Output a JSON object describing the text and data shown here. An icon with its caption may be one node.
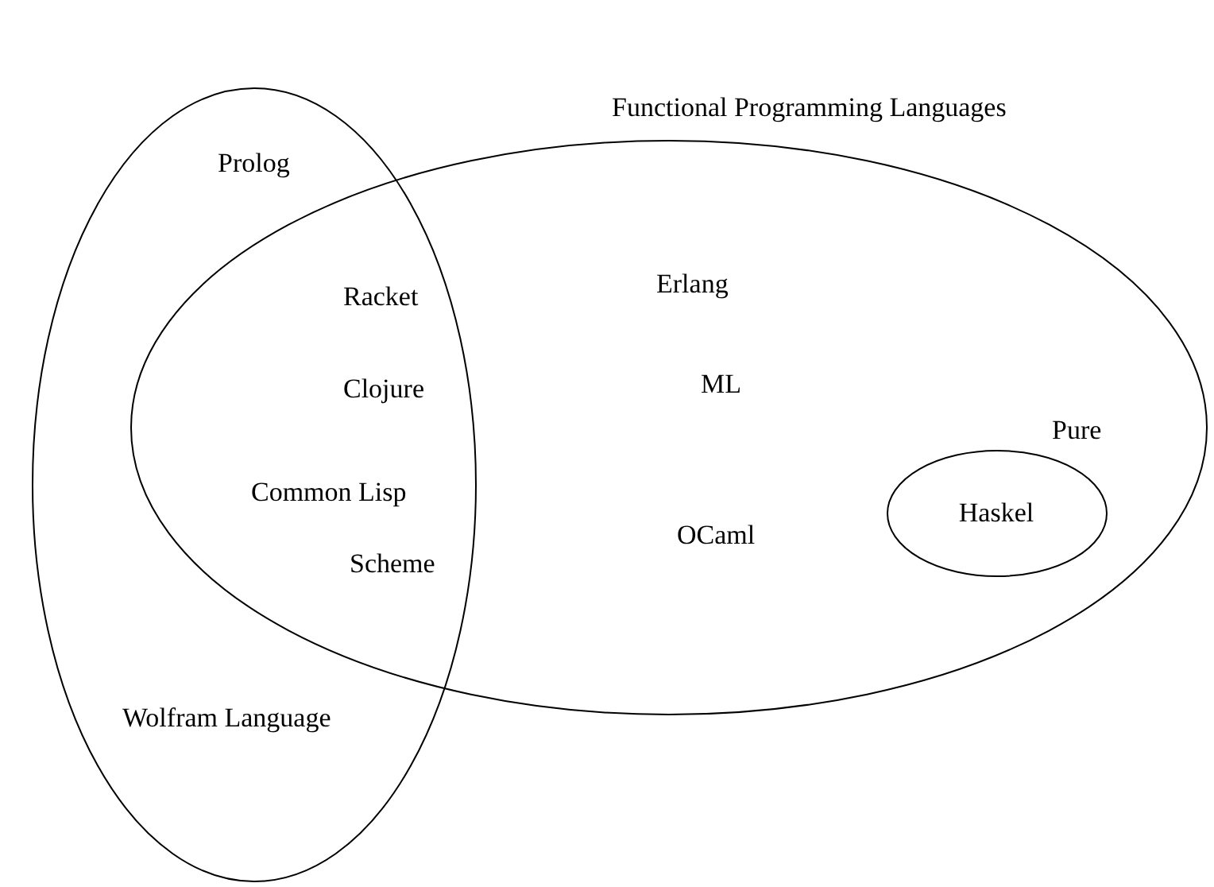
{
  "diagram": {
    "nodes": [
      {
        "text": [],
        "shape": "ellipse"
      },
      {
        "text": [
          "Functional Programming Languages"
        ]
      },
      {
        "text": [
          "Pure",
          "Haskel"
        ],
        "in": 1
      }
    ],
    "edges": [],
    "labels": [
      "Prolog",
      "Racket",
      "Clojure",
      "Common Lisp",
      "Scheme",
      "Wolfram Language",
      "Erlang",
      "ML",
      "OCaml"
    ]
  }
}
